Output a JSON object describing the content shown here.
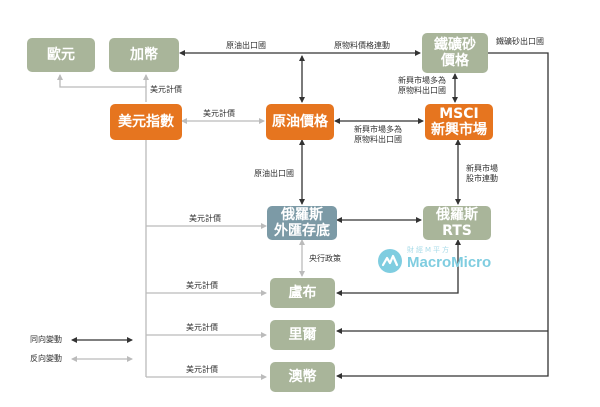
{
  "nodes": {
    "euro": "歐元",
    "cad": "加幣",
    "iron_ore": [
      "鐵礦砂",
      "價格"
    ],
    "usd_index": "美元指數",
    "oil_price": "原油價格",
    "msci_em": [
      "MSCI",
      "新興市場"
    ],
    "rub": [
      "俄羅斯",
      "外匯存底"
    ],
    "rts": [
      "俄羅斯",
      "RTS"
    ],
    "brl": "盧布",
    "zar": "里爾",
    "aud": "澳幣"
  },
  "edge_labels": {
    "oil_exporter_top": "原油出口國",
    "commodity_link": "原物料價格連動",
    "iron_exporter": "鐵礦砂出口國",
    "usd_priced_cad": "美元計價",
    "usd_priced_oil": "美元計價",
    "em_commodity_exporter": [
      "新興市場多為",
      "原物料出口國"
    ],
    "em_commodity_exporter_2": [
      "新興市場多為",
      "原物料出口國"
    ],
    "oil_exporter_mid": "原油出口國",
    "em_stock_link": [
      "新興市場",
      "股市連動"
    ],
    "usd_priced_rub": "美元計價",
    "central_bank_policy": "央行政策",
    "usd_priced_brl": "美元計價",
    "usd_priced_zar": "美元計價",
    "usd_priced_aud": "美元計價"
  },
  "legend": {
    "same_direction": "同向變動",
    "opposite_direction": "反向變動"
  },
  "watermark": {
    "small": "財經M平方",
    "brand": "MacroMicro"
  },
  "colors": {
    "green_node": "#a9b59a",
    "orange_node": "#e6751f",
    "blue_node": "#7c9aa6",
    "same_arrow": "#333333",
    "opposite_arrow": "#bbbbbb",
    "brand": "#7fcde0"
  }
}
